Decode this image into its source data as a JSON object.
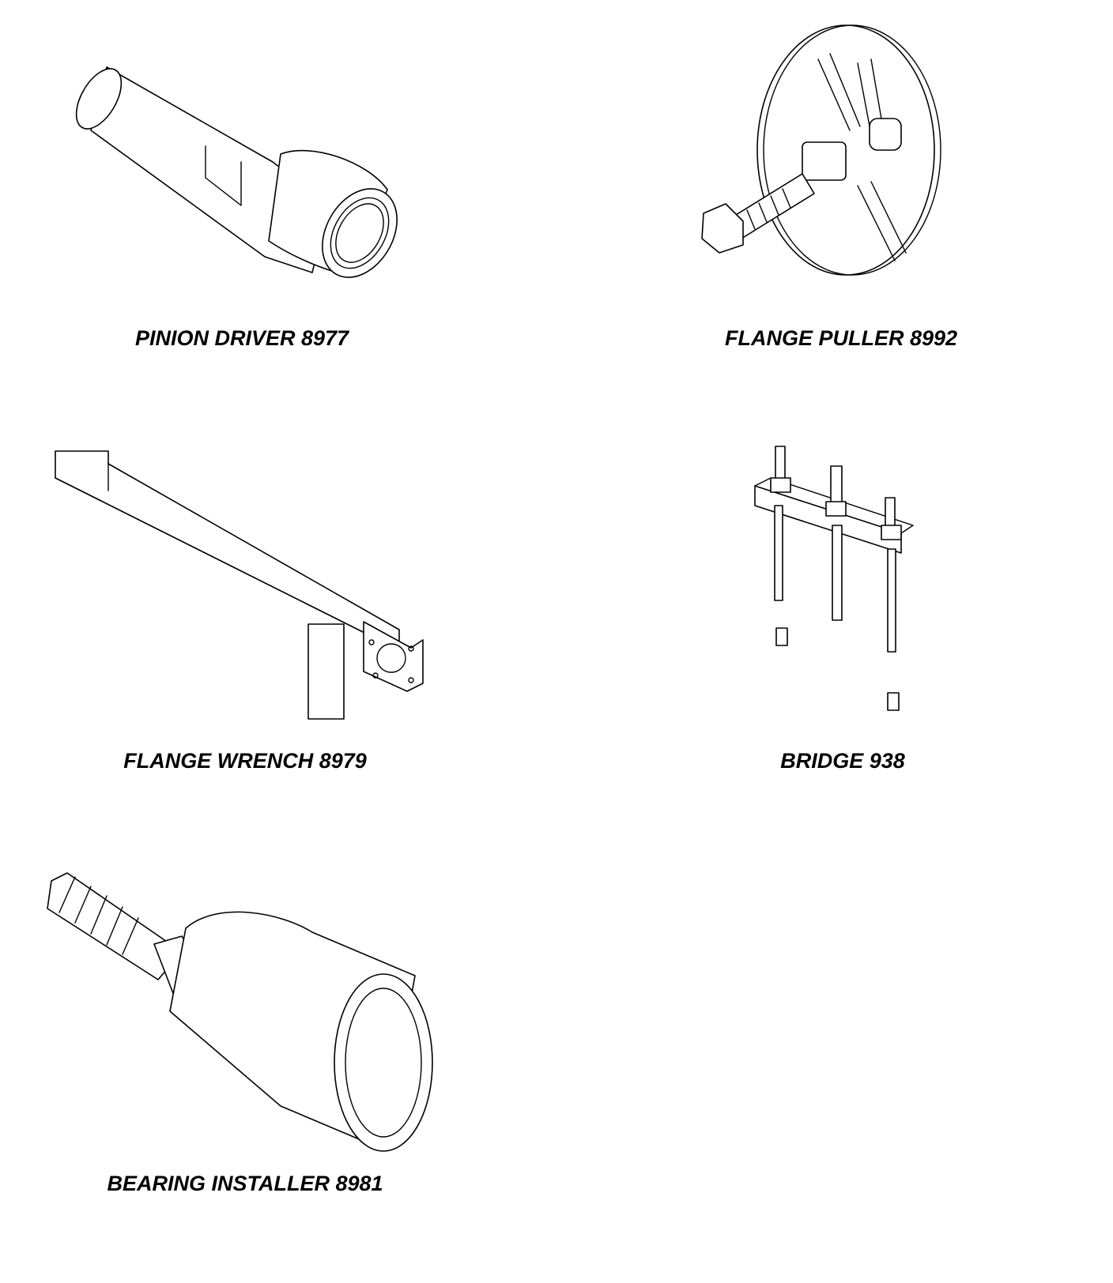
{
  "tools": [
    {
      "id": "pinion-driver",
      "label": "PINION DRIVER 8977"
    },
    {
      "id": "flange-puller",
      "label": "FLANGE PULLER 8992"
    },
    {
      "id": "flange-wrench",
      "label": "FLANGE WRENCH 8979"
    },
    {
      "id": "bridge",
      "label": "BRIDGE 938"
    },
    {
      "id": "bearing-installer",
      "label": "BEARING INSTALLER 8981"
    }
  ]
}
